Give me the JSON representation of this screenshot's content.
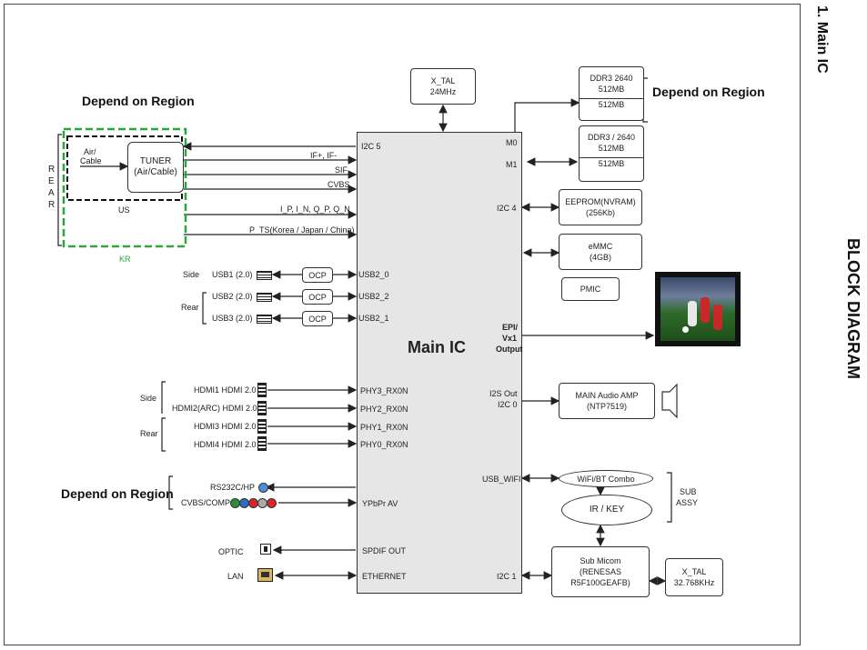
{
  "header": {
    "section": "1. Main IC",
    "title": "BLOCK DIAGRAM"
  },
  "main_ic": {
    "label": "Main IC",
    "left_pins": [
      "I2C 5",
      "IF+, IF-",
      "SIF",
      "CVBS",
      "I_P, I_N, Q_P, Q_N",
      "P_TS(Korea / Japan / China)",
      "USB2_0",
      "USB2_2",
      "USB2_1",
      "PHY3_RX0N",
      "PHY2_RX0N",
      "PHY1_RX0N",
      "PHY0_RX0N",
      "YPbPr  AV",
      "SPDIF OUT",
      "ETHERNET"
    ],
    "right_pins": [
      "M0",
      "M1",
      "I2C 4",
      "EPI/",
      "Vx1",
      "Output",
      "I2S Out",
      "I2C 0",
      "USB_WIFI",
      "I2C 1"
    ]
  },
  "tuner_group": {
    "depend_label": "Depend on Region",
    "tuner_l1": "TUNER",
    "tuner_l2": "(Air/Cable)",
    "air_l1": "Air/",
    "air_l2": "Cable",
    "rear_label": "REAR",
    "us_label": "US",
    "kr_label": "KR"
  },
  "usb": {
    "side_label": "Side",
    "rear_label": "Rear",
    "ports": [
      "USB1 (2.0)",
      "USB2 (2.0)",
      "USB3 (2.0)"
    ],
    "ocp": "OCP"
  },
  "hdmi": {
    "side_label": "Side",
    "rear_label": "Rear",
    "ports": [
      "HDMI1 HDMI 2.0",
      "HDMI2(ARC) HDMI 2.0",
      "HDMI3 HDMI 2.0",
      "HDMI4 HDMI 2.0"
    ]
  },
  "av": {
    "depend_label": "Depend on Region",
    "rs232": "RS232C/HP",
    "cvbs": "CVBS/COMP",
    "optic": "OPTIC",
    "lan": "LAN",
    "comp_colors": [
      "#2e8b3a",
      "#2b6cc4",
      "#d8262b",
      "#aaaaaa",
      "#d8262b"
    ],
    "rs232_color": "#4a8fd8"
  },
  "right_side": {
    "xtal_main_l1": "X_TAL",
    "xtal_main_l2": "24MHz",
    "ddr_a_l1": "DDR3  2640",
    "ddr_a_l2": "512MB",
    "ddr_a_l3": "512MB",
    "ddr_depend": "Depend on Region",
    "ddr_b_l1": "DDR3 / 2640",
    "ddr_b_l2": "512MB",
    "ddr_b_l3": "512MB",
    "eeprom_l1": "EEPROM(NVRAM)",
    "eeprom_l2": "(256Kb)",
    "emmc_l1": "eMMC",
    "emmc_l2": "(4GB)",
    "pmic": "PMIC",
    "amp_l1": "MAIN Audio AMP",
    "amp_l2": "(NTP7519)",
    "wifi": "WiFi/BT Combo",
    "irkey": "IR / KEY",
    "sub_assy_l1": "SUB",
    "sub_assy_l2": "ASSY",
    "micom_l1": "Sub Micom",
    "micom_l2": "(RENESAS",
    "micom_l3": "R5F100GEAFB)",
    "xtal_sub_l1": "X_TAL",
    "xtal_sub_l2": "32.768KHz"
  }
}
